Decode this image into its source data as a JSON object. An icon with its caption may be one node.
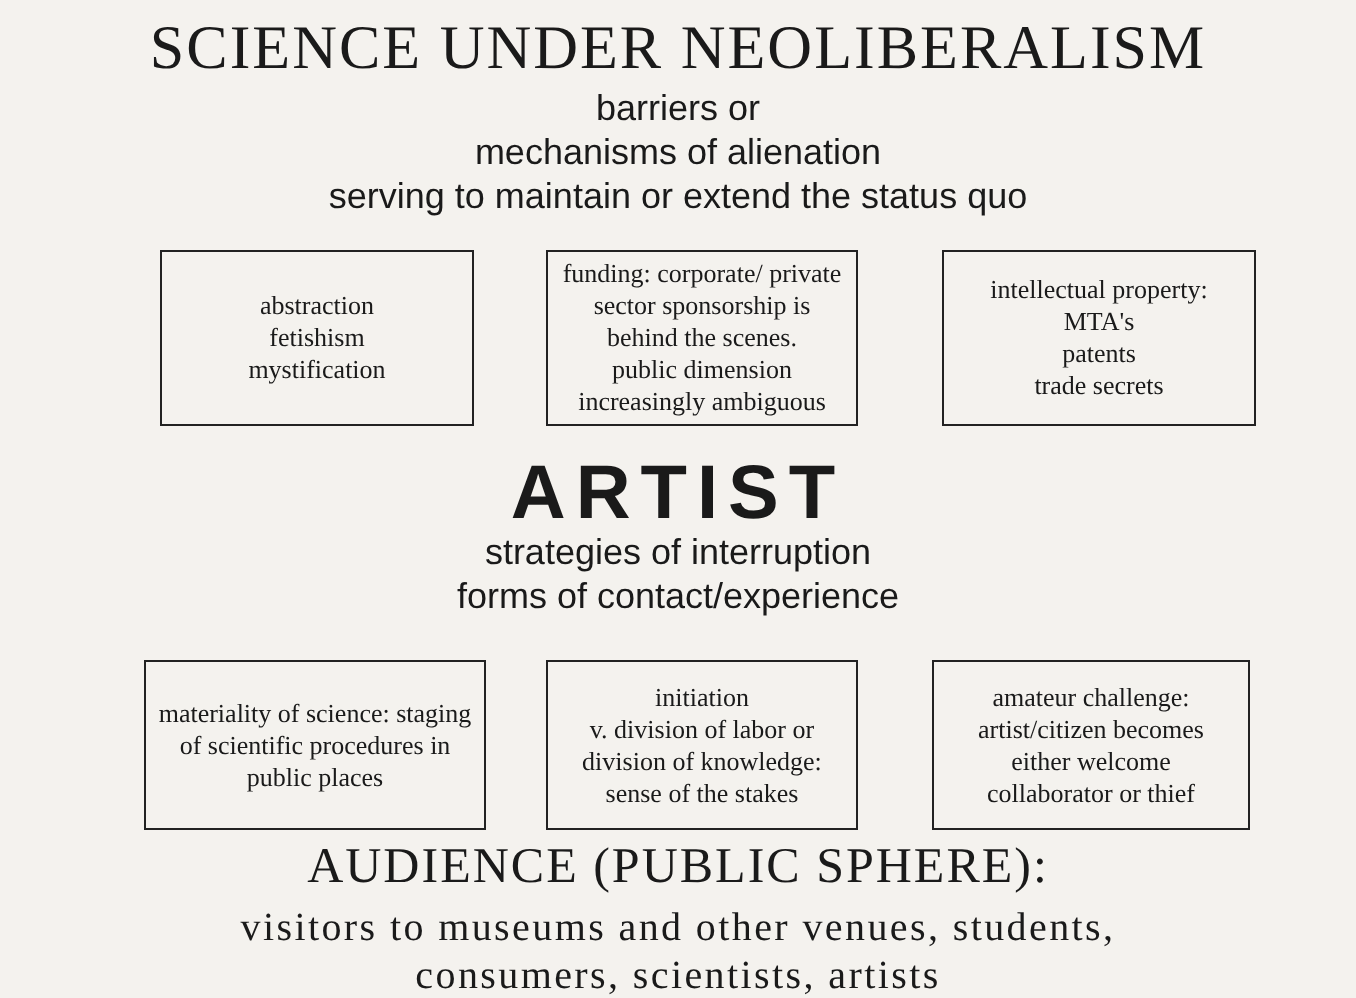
{
  "diagram": {
    "title": "SCIENCE UNDER NEOLIBERALISM",
    "nodes": [
      {
        "text": [
          "abstraction",
          "fetishism",
          "mystification"
        ]
      },
      {
        "text": [
          "funding: corporate/ private sector sponsorship is behind the scenes.",
          "public dimension increasingly ambiguous"
        ]
      },
      {
        "text": [
          "intellectual property:",
          "MTA's",
          "patents",
          "trade secrets"
        ]
      },
      {
        "text": [
          "materiality of science: staging of scientific procedures in public places"
        ]
      },
      {
        "text": [
          "initiation",
          "v. division of labor or division of knowledge: sense of the stakes"
        ]
      },
      {
        "text": [
          "amateur challenge: artist/citizen becomes either welcome collaborator or thief"
        ]
      }
    ],
    "labels": [
      "barriers or",
      "mechanisms of alienation",
      "serving to maintain or extend the status quo",
      "ARTIST",
      "strategies of interruption",
      "forms of contact/experience",
      "AUDIENCE (PUBLIC SPHERE):",
      "visitors to museums and other venues, students, consumers, scientists, artists"
    ]
  }
}
